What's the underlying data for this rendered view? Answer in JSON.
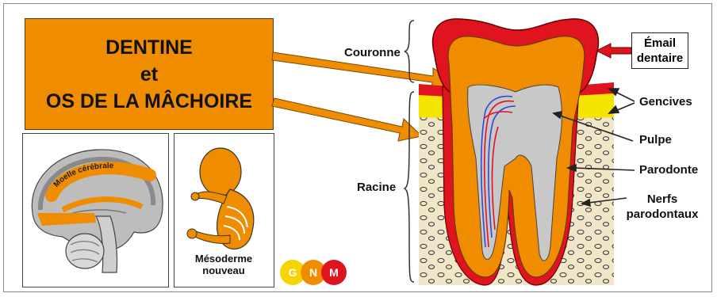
{
  "title": {
    "line1": "DENTINE",
    "line2": "et",
    "line3": "OS DE LA MÂCHOIRE"
  },
  "brain_label": "Moelle cérébrale",
  "embryo_label": {
    "line1": "Mésoderme",
    "line2": "nouveau"
  },
  "labels": {
    "couronne": "Couronne",
    "racine": "Racine",
    "email_line1": "Émail",
    "email_line2": "dentaire",
    "gencives": "Gencives",
    "pulpe": "Pulpe",
    "parodonte": "Parodonte",
    "nerfs_line1": "Nerfs",
    "nerfs_line2": "parodontaux"
  },
  "logo": {
    "g": "G",
    "n": "N",
    "m": "M"
  },
  "colors": {
    "orange": "#f08c00",
    "red": "#e0141e",
    "yellow": "#f5e400",
    "pulp_gray": "#c8c8c8",
    "bone": "#f2e6c9"
  }
}
